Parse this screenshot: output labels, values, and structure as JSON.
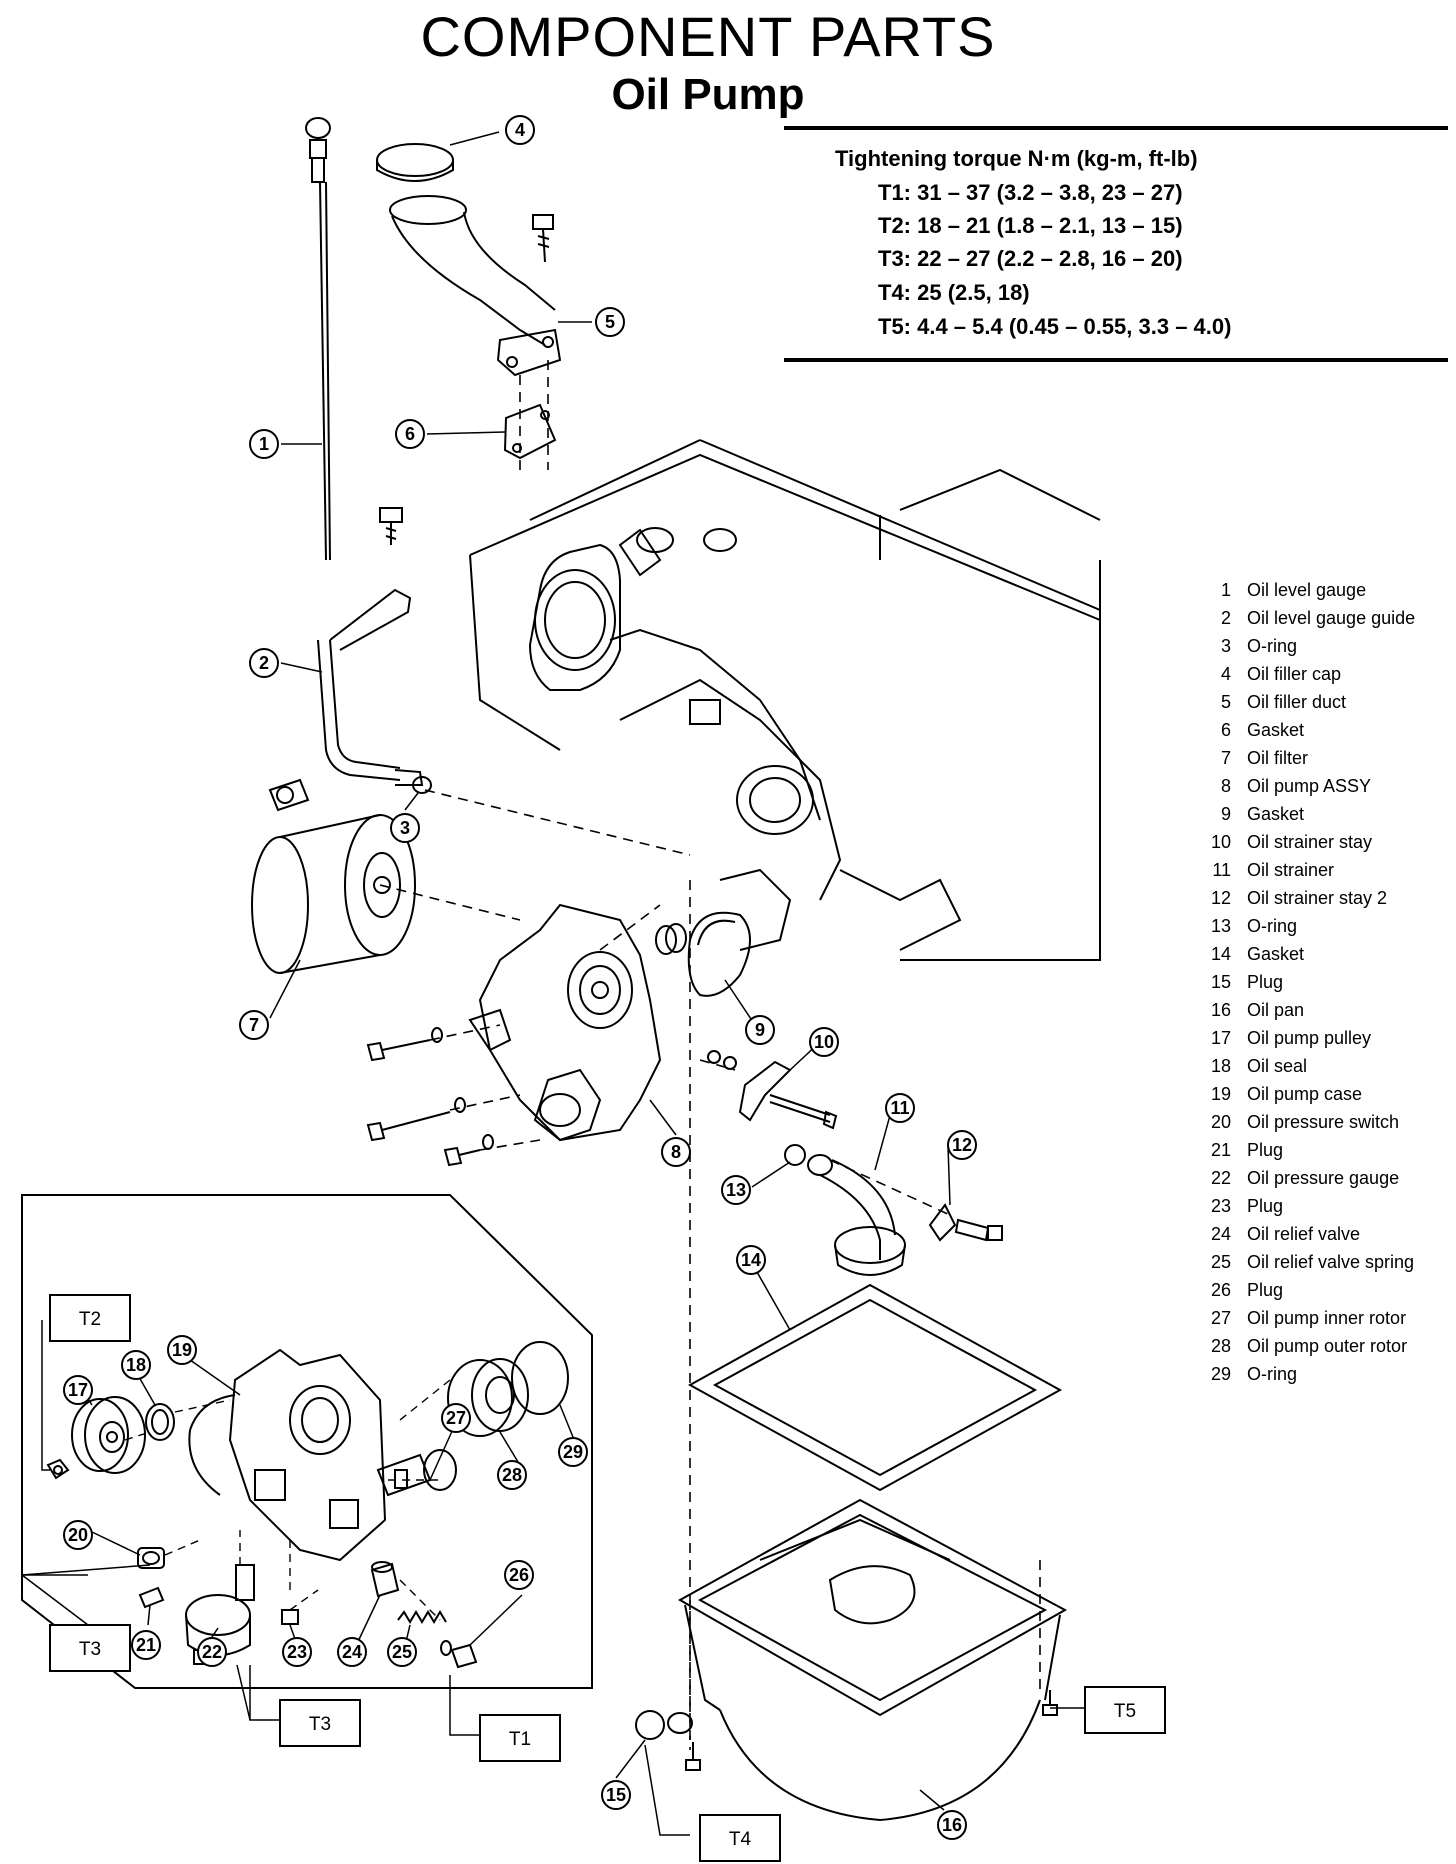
{
  "title": "COMPONENT PARTS",
  "subtitle": "Oil Pump",
  "torque": {
    "heading": "Tightening torque  N·m (kg-m, ft-lb)",
    "specs": [
      "T1:  31 – 37 (3.2 – 3.8, 23 – 27)",
      "T2:  18 – 21 (1.8 – 2.1, 13 – 15)",
      "T3:  22 – 27 (2.2 – 2.8, 16 – 20)",
      "T4:  25 (2.5, 18)",
      "T5:  4.4 – 5.4 (0.45 – 0.55, 3.3 – 4.0)"
    ]
  },
  "parts": [
    {
      "num": "1",
      "name": "Oil level gauge"
    },
    {
      "num": "2",
      "name": "Oil level gauge guide"
    },
    {
      "num": "3",
      "name": "O-ring"
    },
    {
      "num": "4",
      "name": "Oil filler cap"
    },
    {
      "num": "5",
      "name": "Oil filler duct"
    },
    {
      "num": "6",
      "name": "Gasket"
    },
    {
      "num": "7",
      "name": "Oil filter"
    },
    {
      "num": "8",
      "name": "Oil pump ASSY"
    },
    {
      "num": "9",
      "name": "Gasket"
    },
    {
      "num": "10",
      "name": "Oil strainer stay"
    },
    {
      "num": "11",
      "name": "Oil strainer"
    },
    {
      "num": "12",
      "name": "Oil strainer stay 2"
    },
    {
      "num": "13",
      "name": "O-ring"
    },
    {
      "num": "14",
      "name": "Gasket"
    },
    {
      "num": "15",
      "name": "Plug"
    },
    {
      "num": "16",
      "name": "Oil pan"
    },
    {
      "num": "17",
      "name": "Oil pump pulley"
    },
    {
      "num": "18",
      "name": "Oil seal"
    },
    {
      "num": "19",
      "name": "Oil pump case"
    },
    {
      "num": "20",
      "name": "Oil pressure switch"
    },
    {
      "num": "21",
      "name": "Plug"
    },
    {
      "num": "22",
      "name": "Oil pressure gauge"
    },
    {
      "num": "23",
      "name": "Plug"
    },
    {
      "num": "24",
      "name": "Oil relief valve"
    },
    {
      "num": "25",
      "name": "Oil relief valve spring"
    },
    {
      "num": "26",
      "name": "Plug"
    },
    {
      "num": "27",
      "name": "Oil pump inner rotor"
    },
    {
      "num": "28",
      "name": "Oil pump outer rotor"
    },
    {
      "num": "29",
      "name": "O-ring"
    }
  ],
  "torque_boxes": [
    "T2",
    "T3",
    "T3",
    "T1",
    "T4",
    "T5"
  ],
  "callouts": [
    "1",
    "2",
    "3",
    "4",
    "5",
    "6",
    "7",
    "8",
    "9",
    "10",
    "11",
    "12",
    "13",
    "14",
    "15",
    "16",
    "17",
    "18",
    "19",
    "20",
    "21",
    "22",
    "23",
    "24",
    "25",
    "26",
    "27",
    "28",
    "29"
  ]
}
